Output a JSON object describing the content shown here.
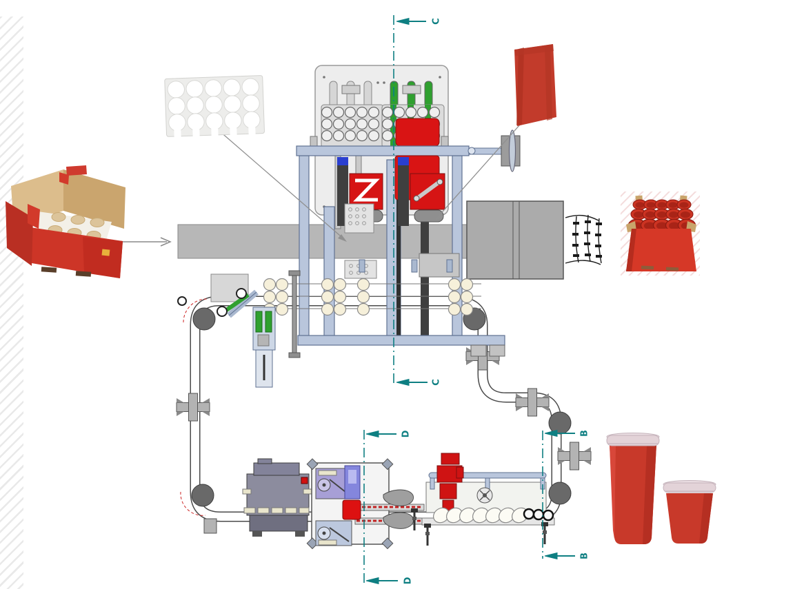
{
  "drawing": {
    "title_hint": "packaging-line-assembly-drawing",
    "section_markers": {
      "c_top": "C",
      "c_bottom": "C",
      "d_top": "D",
      "d_bottom": "D",
      "b_top": "B",
      "b_bottom": "B"
    },
    "colors": {
      "section_line": "#0e7f82",
      "frame_blue": "#b9c6dc",
      "frame_stroke": "#5f7191",
      "cad_red": "#d91414",
      "cad_green": "#2fa02f",
      "conveyor_gray": "#b7b7b7",
      "drum_gray": "#696969",
      "photo_red": "#c8392a",
      "punnet_red": "#cc3322",
      "kraft_brown": "#c9a46b",
      "liner_white": "#ededeb",
      "machine_purple": "#8c8c9e"
    }
  }
}
